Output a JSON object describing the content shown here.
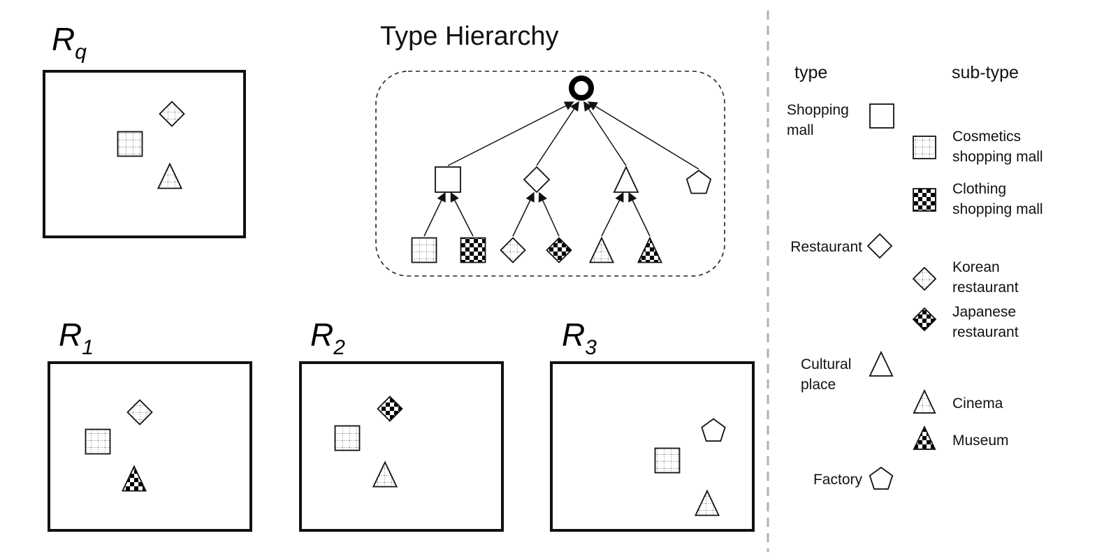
{
  "hierarchy": {
    "title": "Type Hierarchy"
  },
  "regions": [
    {
      "id": "rq",
      "base": "R",
      "sub": "q",
      "items": [
        "cosmetics",
        "korean",
        "cinema"
      ]
    },
    {
      "id": "r1",
      "base": "R",
      "sub": "1",
      "items": [
        "cosmetics",
        "korean",
        "museum"
      ]
    },
    {
      "id": "r2",
      "base": "R",
      "sub": "2",
      "items": [
        "cosmetics",
        "japanese",
        "cinema"
      ]
    },
    {
      "id": "r3",
      "base": "R",
      "sub": "3",
      "items": [
        "factory",
        "cosmetics",
        "cinema"
      ]
    }
  ],
  "legend": {
    "type_header": "type",
    "subtype_header": "sub-type",
    "types": [
      {
        "key": "shopping",
        "lines": [
          "Shopping",
          "mall"
        ],
        "symbol": "square"
      },
      {
        "key": "restaurant",
        "lines": [
          "Restaurant"
        ],
        "symbol": "diamond"
      },
      {
        "key": "cultural",
        "lines": [
          "Cultural",
          "place"
        ],
        "symbol": "triangle"
      },
      {
        "key": "factory",
        "lines": [
          "Factory"
        ],
        "symbol": "pentagon"
      }
    ],
    "subtypes": [
      {
        "key": "cosmetics",
        "lines": [
          "Cosmetics",
          "shopping mall"
        ],
        "symbol": "square",
        "pattern": "dotted-grid"
      },
      {
        "key": "clothing",
        "lines": [
          "Clothing",
          "shopping mall"
        ],
        "symbol": "square",
        "pattern": "checker"
      },
      {
        "key": "korean",
        "lines": [
          "Korean",
          "restaurant"
        ],
        "symbol": "diamond",
        "pattern": "dotted-grid"
      },
      {
        "key": "japanese",
        "lines": [
          "Japanese",
          "restaurant"
        ],
        "symbol": "diamond",
        "pattern": "checker"
      },
      {
        "key": "cinema",
        "lines": [
          "Cinema"
        ],
        "symbol": "triangle",
        "pattern": "dotted-grid"
      },
      {
        "key": "museum",
        "lines": [
          "Museum"
        ],
        "symbol": "triangle",
        "pattern": "checker"
      }
    ]
  },
  "colors": {
    "stroke": "#111111",
    "divider": "#b0b0b0",
    "fill": "#ffffff"
  }
}
